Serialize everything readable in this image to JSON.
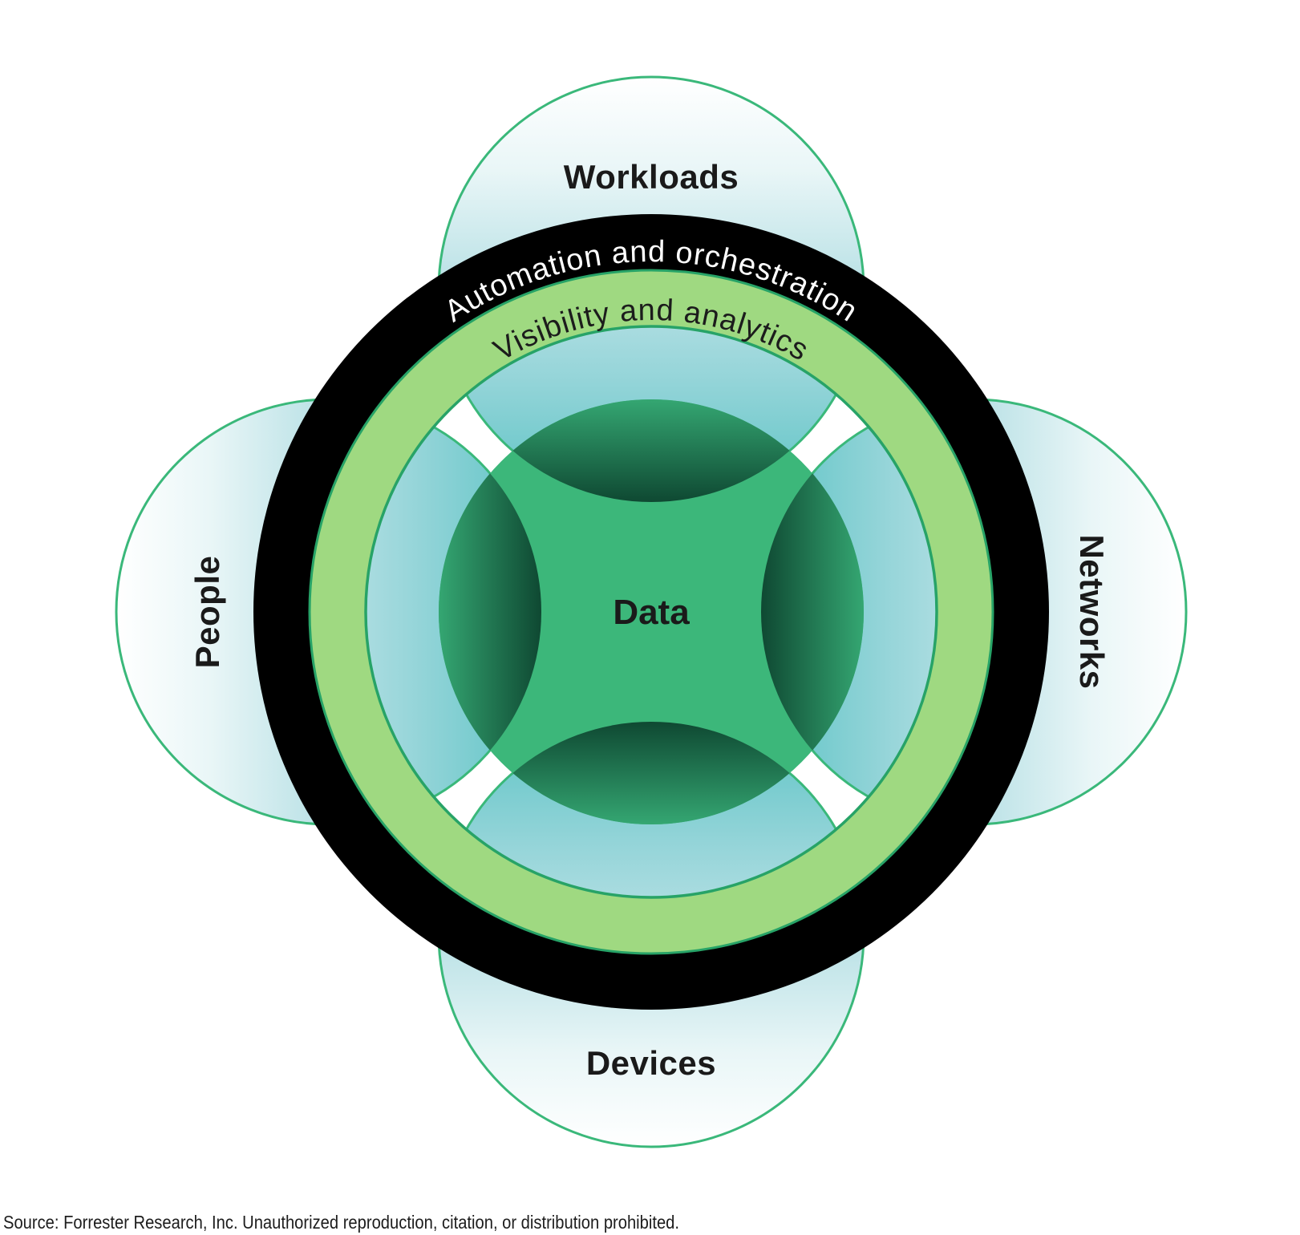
{
  "diagram": {
    "center": {
      "label": "Data"
    },
    "rings": {
      "automation_label": "Automation and orchestration",
      "visibility_label": "Visibility and analytics"
    },
    "petals": [
      {
        "position": "top",
        "label": "Workloads"
      },
      {
        "position": "right",
        "label": "Networks"
      },
      {
        "position": "bottom",
        "label": "Devices"
      },
      {
        "position": "left",
        "label": "People"
      }
    ],
    "colors": {
      "automation_ring": "#000000",
      "visibility_ring": "#9fd981",
      "ring_edge": "#27a367",
      "inner_field": "#ffffff",
      "petal_stroke": "#3ab87a",
      "petal_gradient": [
        "#ffffff",
        "#e9f6f7",
        "#c0e4e8",
        "#96d5d9",
        "#5cc3c5"
      ],
      "data_fill": "#3cb77a",
      "overlap_gradient": [
        "#0e4731",
        "#35a873"
      ],
      "ring_text_light": "#ffffff",
      "ring_text_dark": "#1c1c1c",
      "label_text": "#1a1a1a"
    }
  },
  "footer": {
    "source": "Source: Forrester Research, Inc. Unauthorized reproduction, citation, or distribution prohibited."
  }
}
